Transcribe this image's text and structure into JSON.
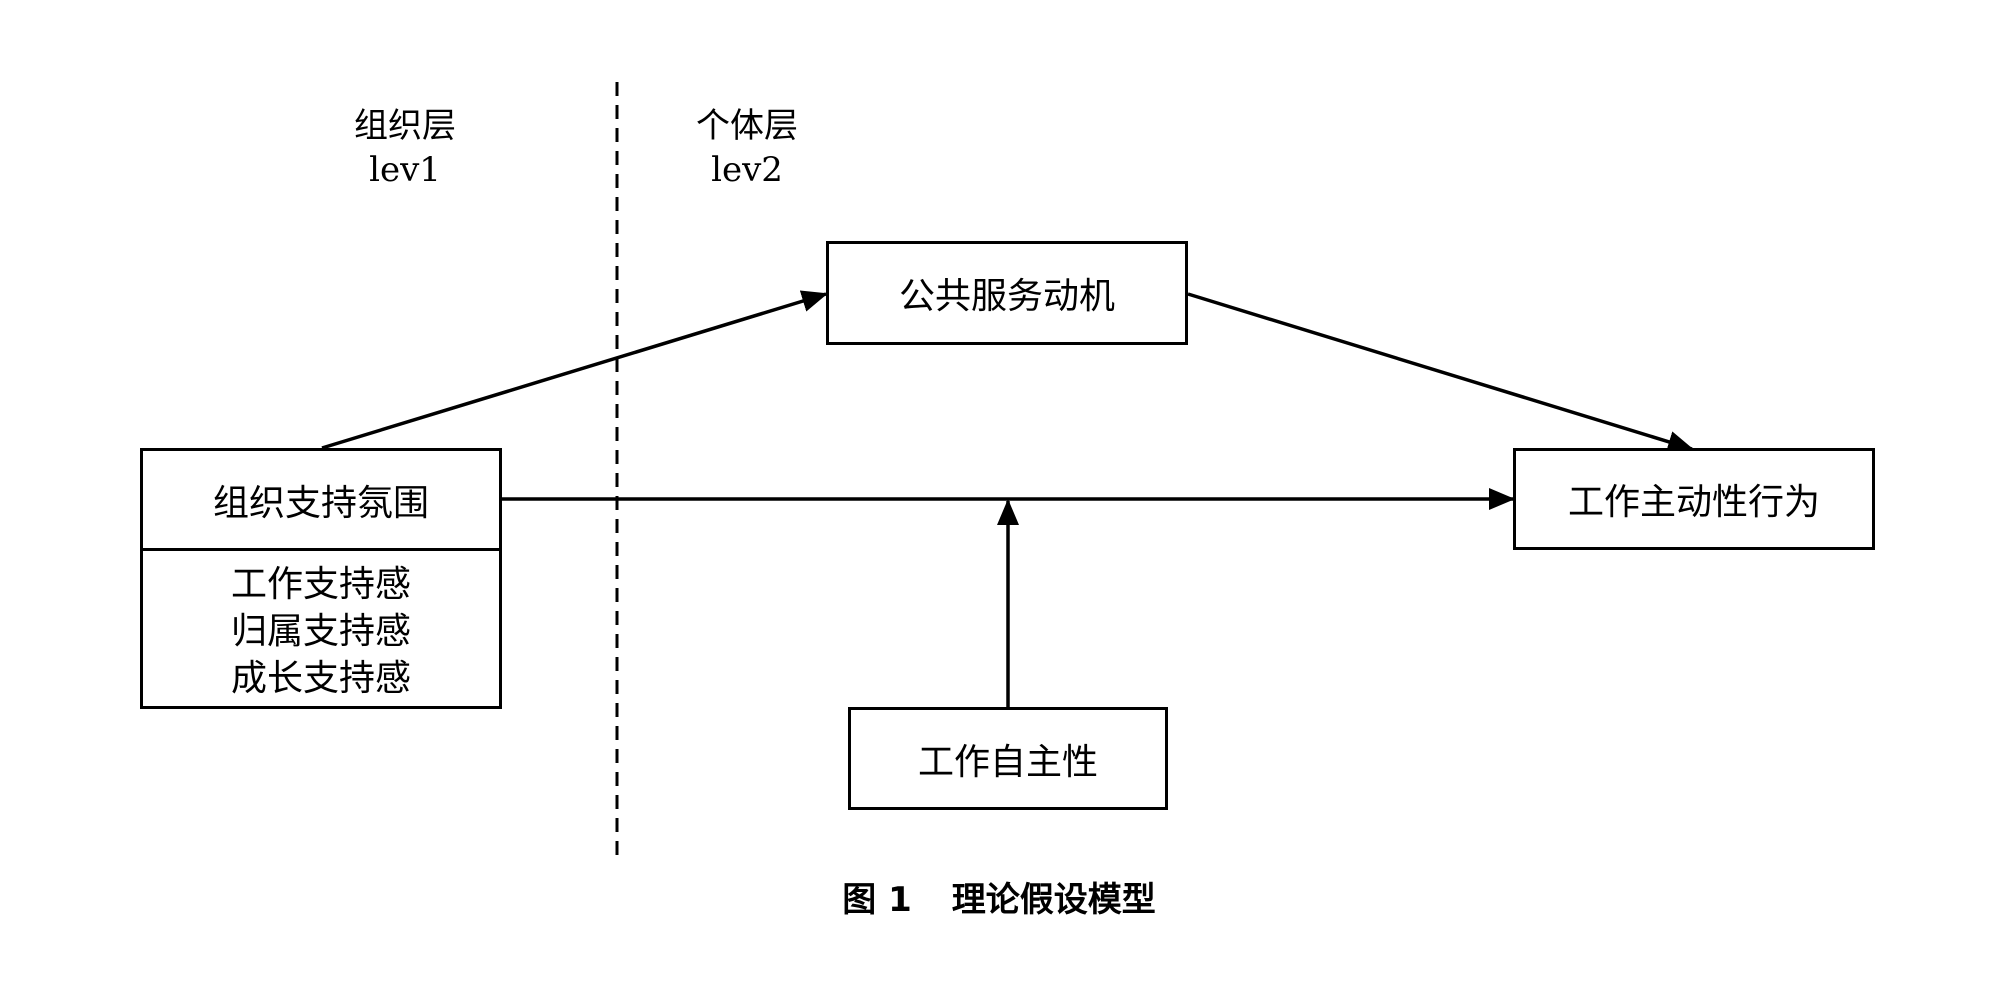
{
  "levels": {
    "org": {
      "name": "组织层",
      "code": "lev1"
    },
    "individual": {
      "name": "个体层",
      "code": "lev2"
    }
  },
  "nodes": {
    "org_support": {
      "title": "组织支持氛围",
      "dimensions": [
        "工作支持感",
        "归属支持感",
        "成长支持感"
      ]
    },
    "psm": {
      "label": "公共服务动机"
    },
    "proactive": {
      "label": "工作主动性行为"
    },
    "autonomy": {
      "label": "工作自主性"
    }
  },
  "edges": [
    {
      "from": "组织支持氛围",
      "to": "公共服务动机"
    },
    {
      "from": "公共服务动机",
      "to": "工作主动性行为"
    },
    {
      "from": "组织支持氛围",
      "to": "工作主动性行为"
    },
    {
      "from": "工作自主性",
      "to": "组织支持氛围→工作主动性行为"
    }
  ],
  "caption": {
    "figure_no": "图 1",
    "title": "理论假设模型"
  }
}
